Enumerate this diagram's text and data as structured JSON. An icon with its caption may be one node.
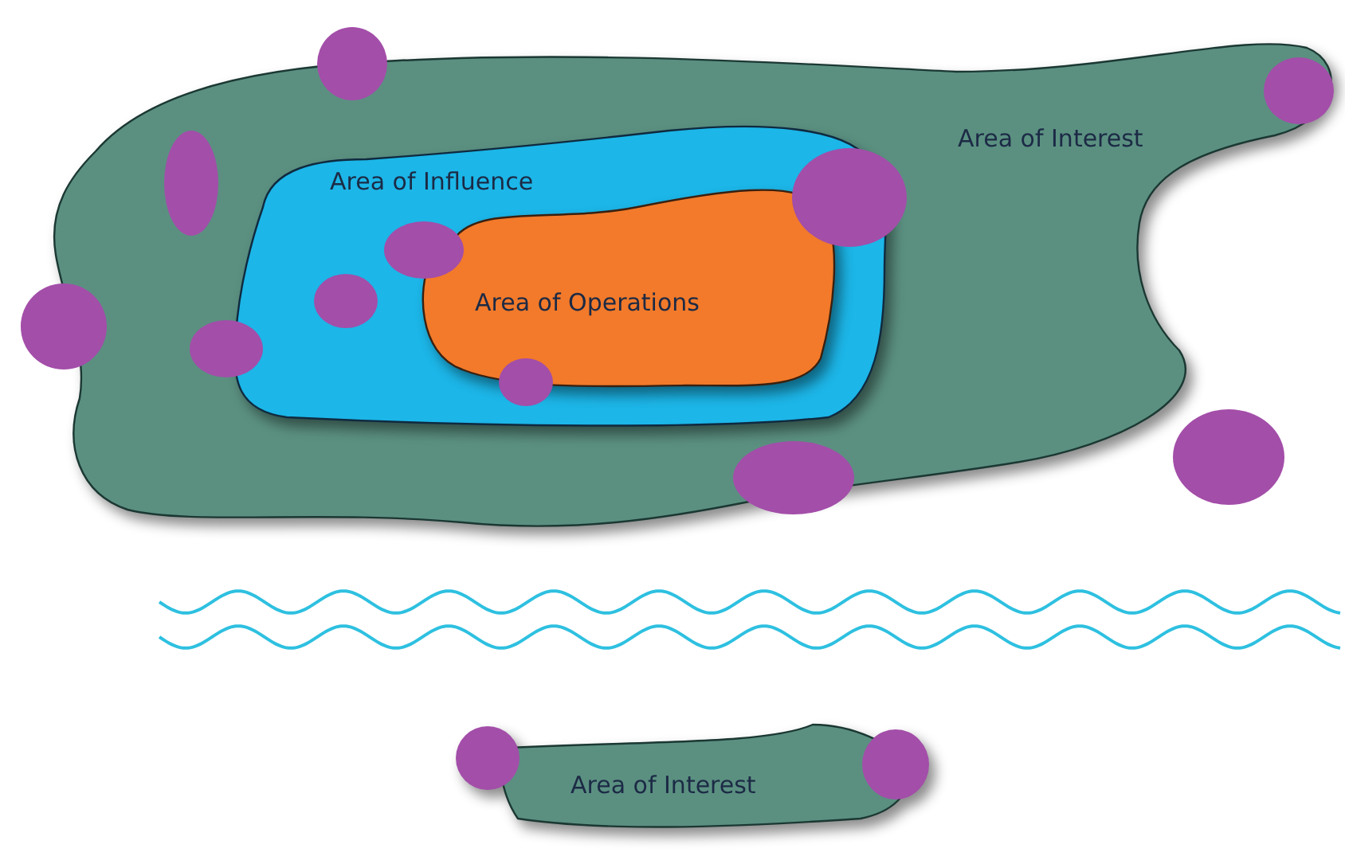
{
  "diagram": {
    "nodes": [
      {
        "text": [
          "Area of Interest"
        ]
      },
      {
        "text": [
          "Area of Influence"
        ],
        "in": 0
      },
      {
        "text": [
          "Area of Operations"
        ],
        "in": 1
      },
      {
        "text": [
          "Area of Interest"
        ]
      }
    ]
  }
}
